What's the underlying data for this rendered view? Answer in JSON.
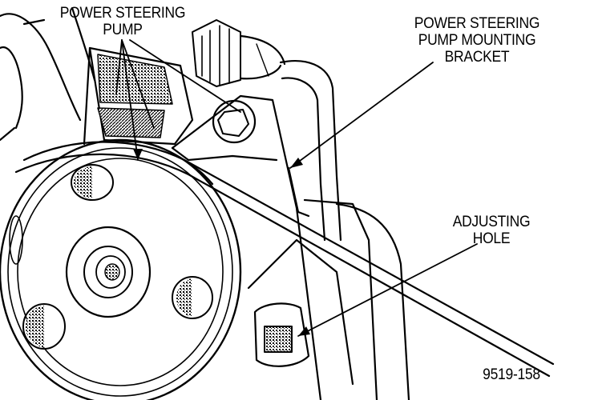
{
  "labels": {
    "pump_line1": "POWER STEERING",
    "pump_line2": "PUMP",
    "bracket_line1": "POWER STEERING",
    "bracket_line2": "PUMP MOUNTING",
    "bracket_line3": "BRACKET",
    "hole_line1": "ADJUSTING",
    "hole_line2": "HOLE",
    "figure_number": "9519-158"
  },
  "colors": {
    "ink": "#000000",
    "paper": "#ffffff",
    "shade": "#9a9a9a"
  }
}
